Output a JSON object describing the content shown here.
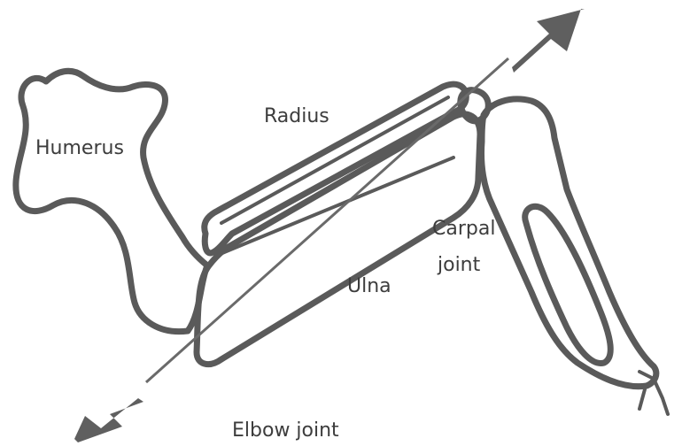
{
  "labels": {
    "humerus": "Humerus",
    "radius": "Radius",
    "ulna": "Ulna",
    "carpal_line1": "Carpal",
    "carpal_line2": "joint",
    "elbow": "Elbow joint"
  },
  "colors": {
    "bone_outline": "#5a5a5a",
    "arrow": "#5f5f5f",
    "text": "#3d3d3d",
    "background": "#ffffff"
  },
  "icons": {
    "top_arrow": "arrow-down-left-icon",
    "bottom_arrow": "arrow-up-right-icon"
  }
}
